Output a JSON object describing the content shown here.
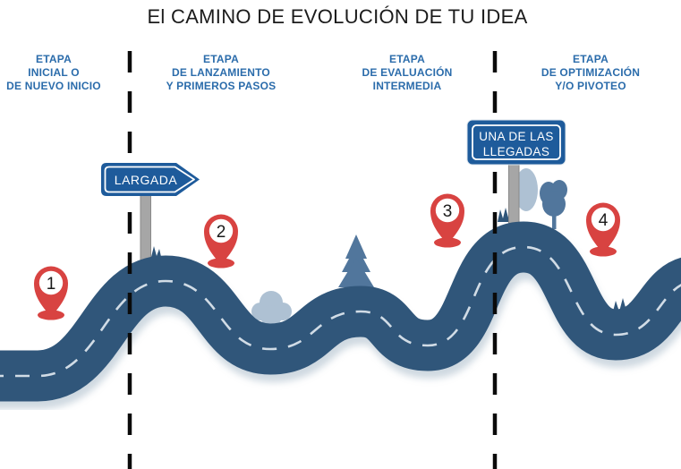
{
  "title": "El CAMINO DE EVOLUCIÓN DE TU IDEA",
  "stages": [
    {
      "id": "1",
      "lines": [
        "ETAPA",
        "INICIAL O",
        "DE NUEVO INICIO"
      ]
    },
    {
      "id": "2",
      "lines": [
        "ETAPA",
        "DE LANZAMIENTO",
        "Y PRIMEROS PASOS"
      ]
    },
    {
      "id": "3",
      "lines": [
        "ETAPA",
        "DE EVALUACIÓN",
        "INTERMEDIA"
      ]
    },
    {
      "id": "4",
      "lines": [
        "ETAPA",
        "DE OPTIMIZACIÓN",
        "Y/O PIVOTEO"
      ]
    }
  ],
  "signs": {
    "start": {
      "label": "LARGADA"
    },
    "arrival": {
      "lines": [
        "UNA DE LAS",
        "LLEGADAS"
      ]
    }
  },
  "pins": [
    {
      "number": "1"
    },
    {
      "number": "2"
    },
    {
      "number": "3"
    },
    {
      "number": "4"
    }
  ],
  "colors": {
    "road": "#30567A",
    "road_dash": "#E3EBF2",
    "road_shadow": "#9FB2C2",
    "label_blue": "#2B6CAB",
    "sign_blue": "#1E5B9B",
    "pin_red": "#D84341",
    "tree_light": "#AEC1D3",
    "tree_dark": "#51769C",
    "post_gray": "#A6A6A6",
    "divider": "#0A0A0A",
    "title_text": "#1B1B1B"
  }
}
